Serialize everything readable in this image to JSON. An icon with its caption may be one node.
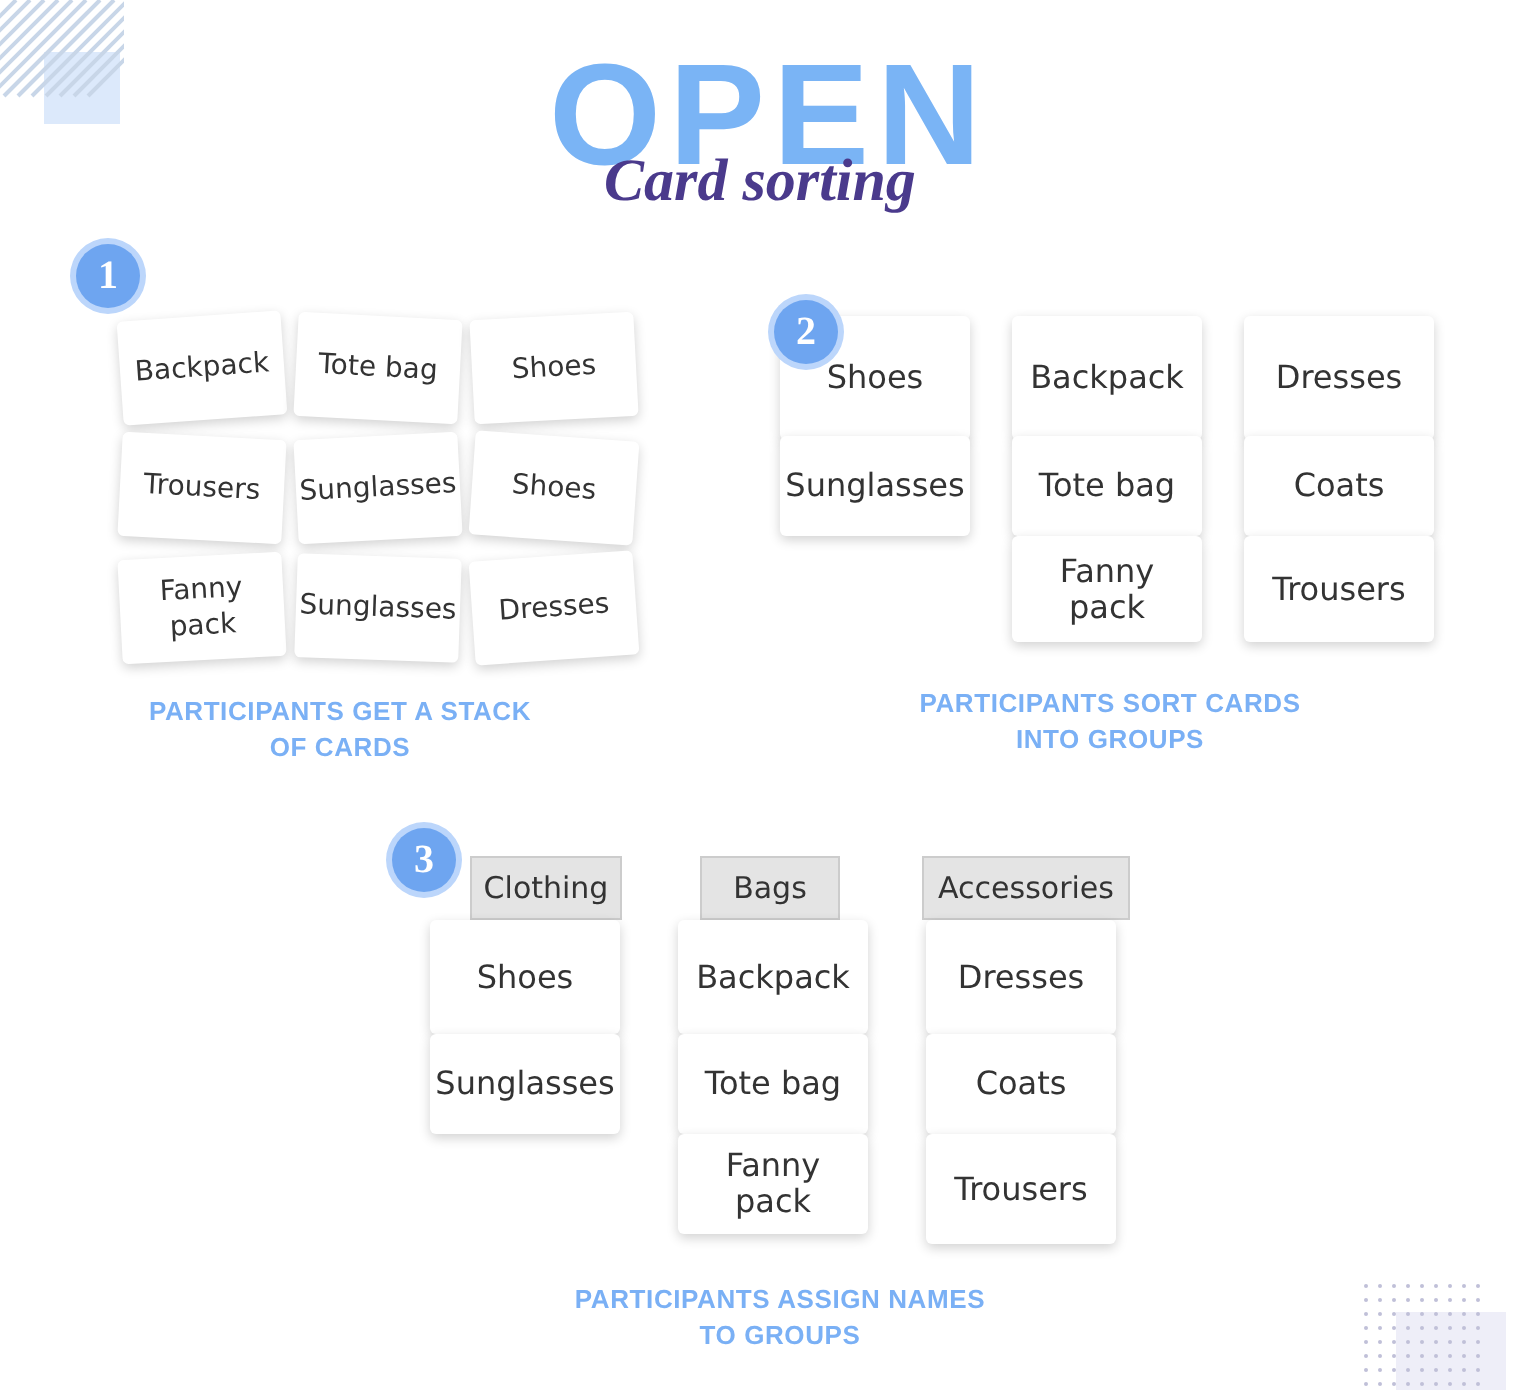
{
  "diagram": {
    "title": "OPEN",
    "nodes": [
      {
        "text": [
          "Backpack"
        ]
      },
      {
        "text": [
          "Tote bag"
        ]
      },
      {
        "text": [
          "Shoes"
        ]
      },
      {
        "text": [
          "Trousers"
        ]
      },
      {
        "text": [
          "Sunglasses"
        ]
      },
      {
        "text": [
          "Shoes"
        ]
      },
      {
        "text": [
          "Fanny pack"
        ]
      },
      {
        "text": [
          "Sunglasses"
        ]
      },
      {
        "text": [
          "Dresses"
        ]
      },
      {
        "text": [
          "Shoes"
        ]
      },
      {
        "text": [
          "Sunglasses"
        ]
      },
      {
        "text": [
          "Backpack"
        ]
      },
      {
        "text": [
          "Tote bag"
        ]
      },
      {
        "text": [
          "Fanny pack"
        ]
      },
      {
        "text": [
          "Dresses"
        ]
      },
      {
        "text": [
          "Coats"
        ]
      },
      {
        "text": [
          "Trousers"
        ]
      },
      {
        "text": [
          "Clothing"
        ]
      },
      {
        "text": [
          "Shoes"
        ]
      },
      {
        "text": [
          "Sunglasses"
        ]
      },
      {
        "text": [
          "Bags"
        ]
      },
      {
        "text": [
          "Backpack"
        ]
      },
      {
        "text": [
          "Tote bag"
        ]
      },
      {
        "text": [
          "Fanny pack"
        ]
      },
      {
        "text": [
          "Accessories"
        ]
      },
      {
        "text": [
          "Dresses"
        ]
      },
      {
        "text": [
          "Coats"
        ]
      },
      {
        "text": [
          "Trousers"
        ]
      }
    ],
    "labels": [
      "Card sorting",
      "1",
      "PARTICIPANTS GET A STACK OF CARDS",
      "2",
      "PARTICIPANTS SORT CARDS INTO GROUPS",
      "3",
      "PARTICIPANTS ASSIGN NAMES TO GROUPS"
    ]
  }
}
